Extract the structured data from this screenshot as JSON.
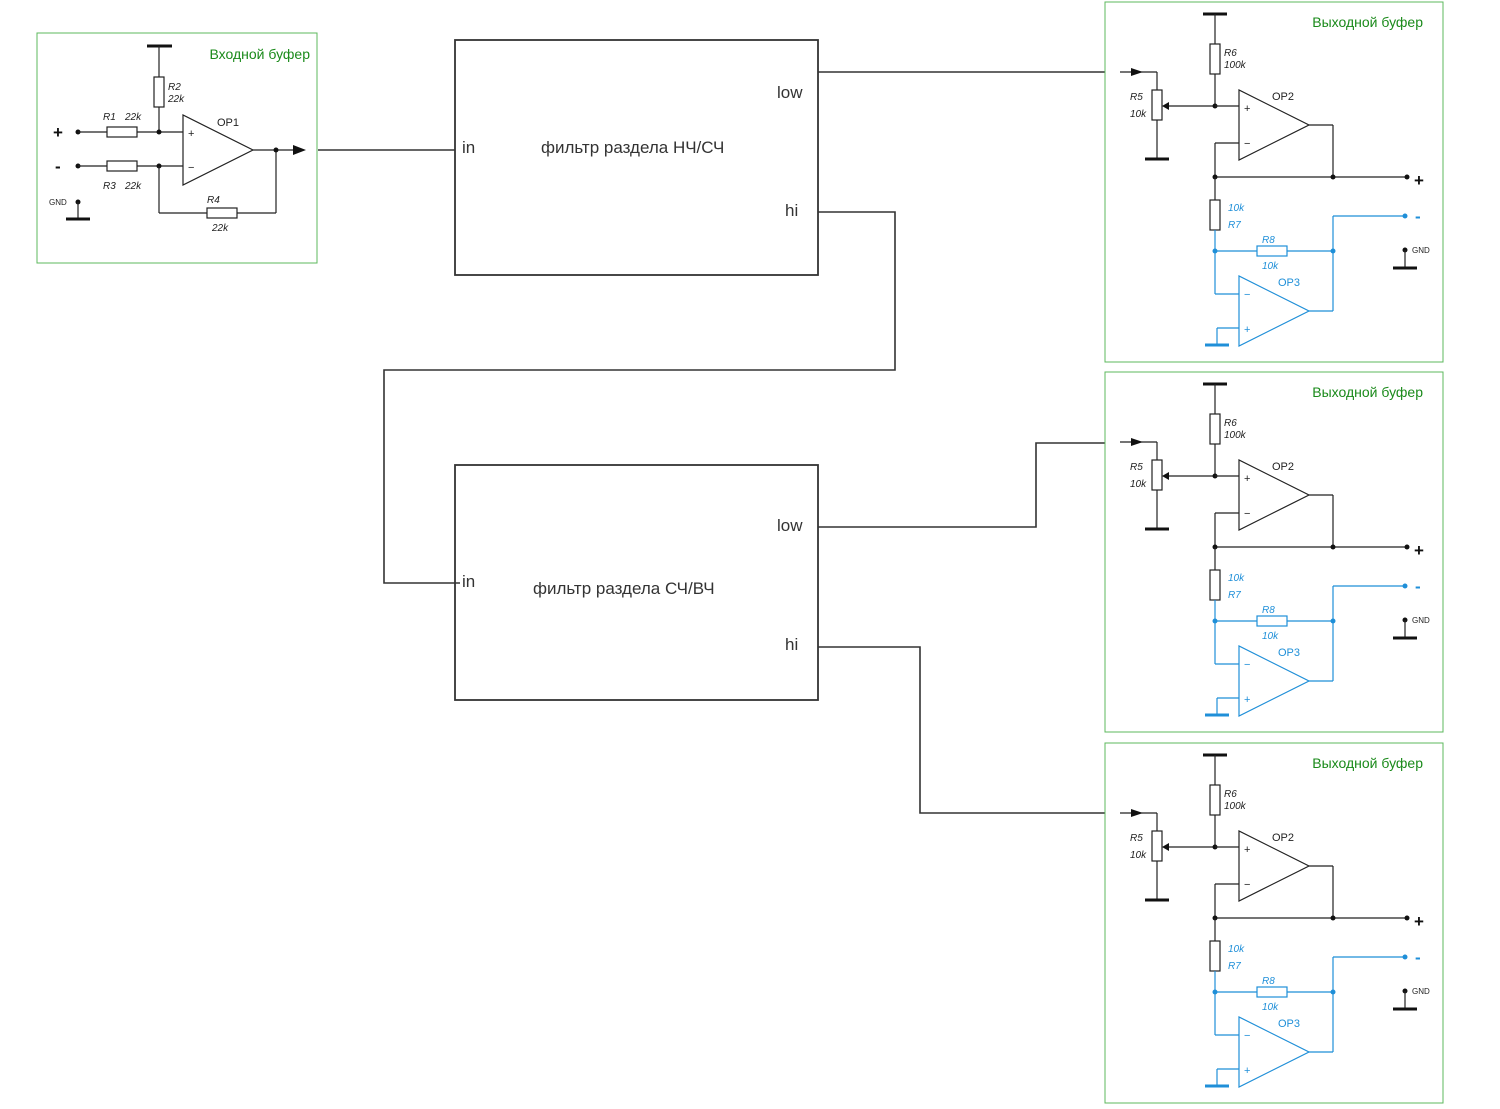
{
  "input_buffer": {
    "title": "Входной буфер",
    "plus": "+",
    "minus": "-",
    "gnd": "GND",
    "op": "OP1",
    "r1": "R1",
    "r1v": "22k",
    "r2": "R2",
    "r2v": "22k",
    "r3": "R3",
    "r3v": "22k",
    "r4": "R4",
    "r4v": "22k"
  },
  "filters": [
    {
      "title": "фильтр раздела  НЧ/СЧ",
      "in": "in",
      "low": "low",
      "hi": "hi"
    },
    {
      "title": "фильтр раздела СЧ/ВЧ",
      "in": "in",
      "low": "low",
      "hi": "hi"
    }
  ],
  "output_buffer": {
    "title": "Выходной буфер",
    "r5": "R5",
    "r5v": "10k",
    "r6": "R6",
    "r6v": "100k",
    "r7": "R7",
    "r7v": "10k",
    "r8": "R8",
    "r8v": "10k",
    "op2": "OP2",
    "op3": "OP3",
    "plus": "+",
    "minus": "-",
    "opplus": "+",
    "opminus": "−",
    "gnd": "GND"
  }
}
